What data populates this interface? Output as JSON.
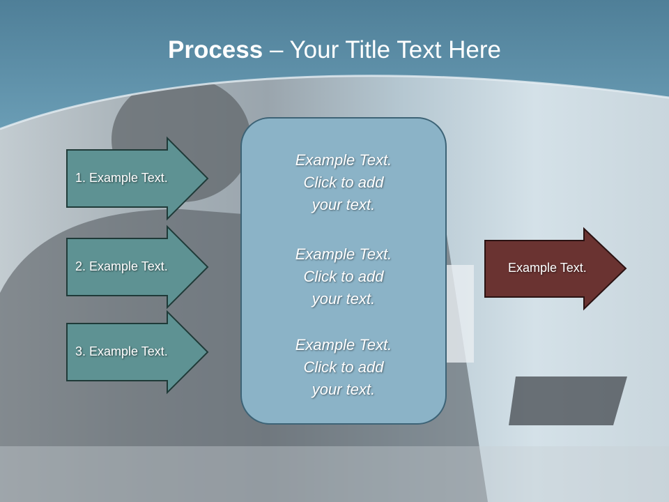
{
  "title": {
    "bold": "Process",
    "rest": " – Your Title Text Here"
  },
  "steps": [
    {
      "label": "1. Example Text."
    },
    {
      "label": "2. Example Text."
    },
    {
      "label": "3. Example Text."
    }
  ],
  "center_box": {
    "paragraphs": [
      [
        "Example Text.",
        "Click  to add",
        "your text."
      ],
      [
        "Example Text.",
        "Click  to add",
        "your text."
      ],
      [
        "Example Text.",
        "Click  to add",
        "your text."
      ]
    ]
  },
  "result": {
    "label": "Example Text."
  },
  "colors": {
    "step_fill": "#5e9293",
    "step_border": "#1f3a38",
    "result_fill": "#6a3331",
    "result_border": "#2a1212",
    "box_fill": "#8bb3c7",
    "header": "#5a8fa8"
  }
}
